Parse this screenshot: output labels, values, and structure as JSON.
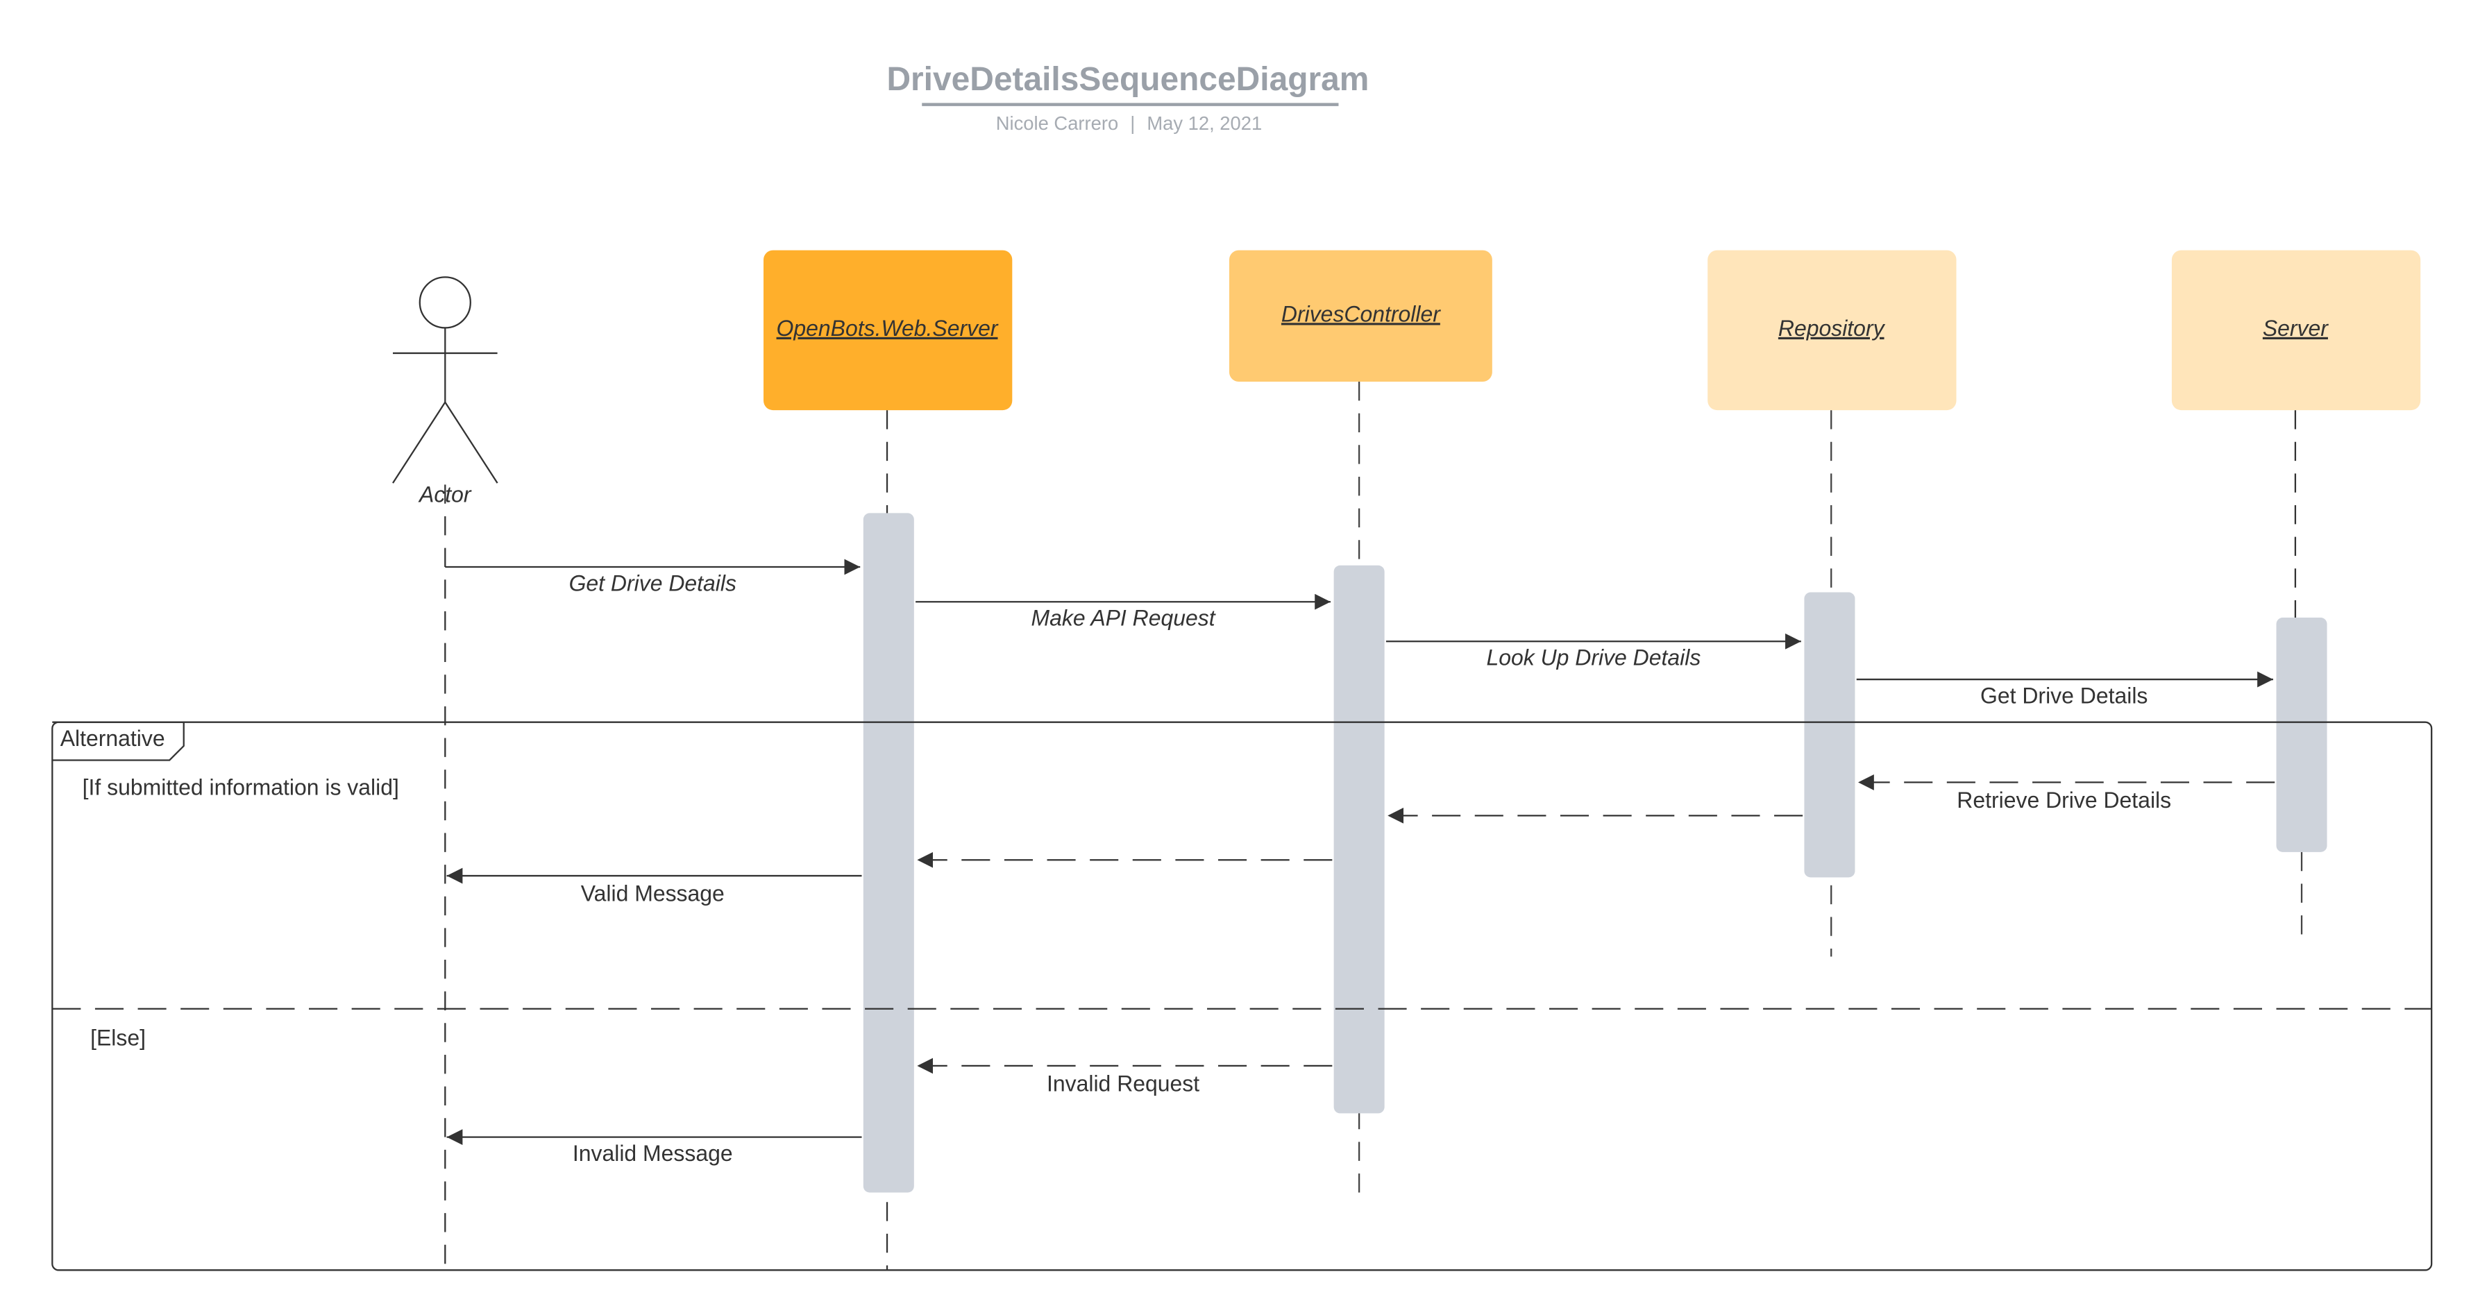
{
  "header": {
    "title": "DriveDetailsSequenceDiagram",
    "author": "Nicole Carrero",
    "separator": "|",
    "date": "May 12, 2021"
  },
  "actor": {
    "label": "Actor"
  },
  "participants": [
    {
      "label": "OpenBots.Web.Server",
      "color": "#FFAF2B"
    },
    {
      "label": "DrivesController",
      "color": "#FFCA71"
    },
    {
      "label": "Repository",
      "color": "#FFE5BA"
    },
    {
      "label": "Server",
      "color": "#FFE5BA"
    }
  ],
  "messages": {
    "get_drive_details_1": "Get Drive Details",
    "make_api_request": "Make API Request",
    "look_up_drive_details": "Look Up Drive Details",
    "get_drive_details_2": "Get Drive Details",
    "retrieve_drive_details": "Retrieve Drive Details",
    "valid_message": "Valid Message",
    "invalid_request": "Invalid Request",
    "invalid_message": "Invalid Message"
  },
  "fragment": {
    "label": "Alternative",
    "guard_valid": "[If submitted information is valid]",
    "guard_else": "[Else]"
  },
  "colors": {
    "activation": "#CED3DB",
    "line": "#333333",
    "title": "#9AA0A8"
  }
}
